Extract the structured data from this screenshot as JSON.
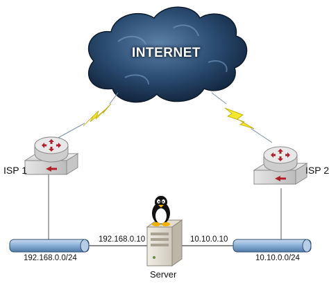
{
  "cloud": {
    "label": "INTERNET",
    "color": "#1f3b5c"
  },
  "isp1": {
    "label": "ISP 1"
  },
  "isp2": {
    "label": "ISP 2"
  },
  "server": {
    "label": "Server"
  },
  "links": {
    "left_ip": "192.168.0.10",
    "right_ip": "10.10.0.10"
  },
  "networks": {
    "left": "192.168.0.0/24",
    "right": "10.10.0.0/24"
  },
  "colors": {
    "lightning": "#f5e62a",
    "router_arrow": "#b0202a",
    "segment": "#8fb3d9"
  }
}
